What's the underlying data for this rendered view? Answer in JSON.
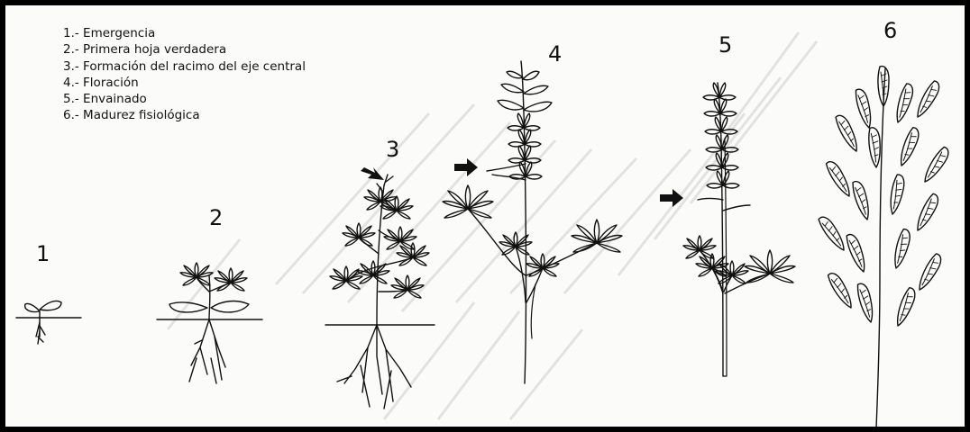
{
  "legend": {
    "items": [
      "1.- Emergencia",
      "2.- Primera hoja verdadera",
      "3.- Formación del racimo del eje central",
      "4.- Floración",
      "5.- Envainado",
      "6.- Madurez fisiológica"
    ]
  },
  "stages": [
    {
      "number": "1",
      "name": "Emergencia"
    },
    {
      "number": "2",
      "name": "Primera hoja verdadera"
    },
    {
      "number": "3",
      "name": "Formación del racimo del eje central"
    },
    {
      "number": "4",
      "name": "Floración"
    },
    {
      "number": "5",
      "name": "Envainado"
    },
    {
      "number": "6",
      "name": "Madurez fisiológica"
    }
  ],
  "colors": {
    "ink": "#111111",
    "paper": "#fbfbf9",
    "bleed_through": "#c9c9c9",
    "frame": "#000000"
  },
  "icons": [
    "arrow-right-icon"
  ]
}
